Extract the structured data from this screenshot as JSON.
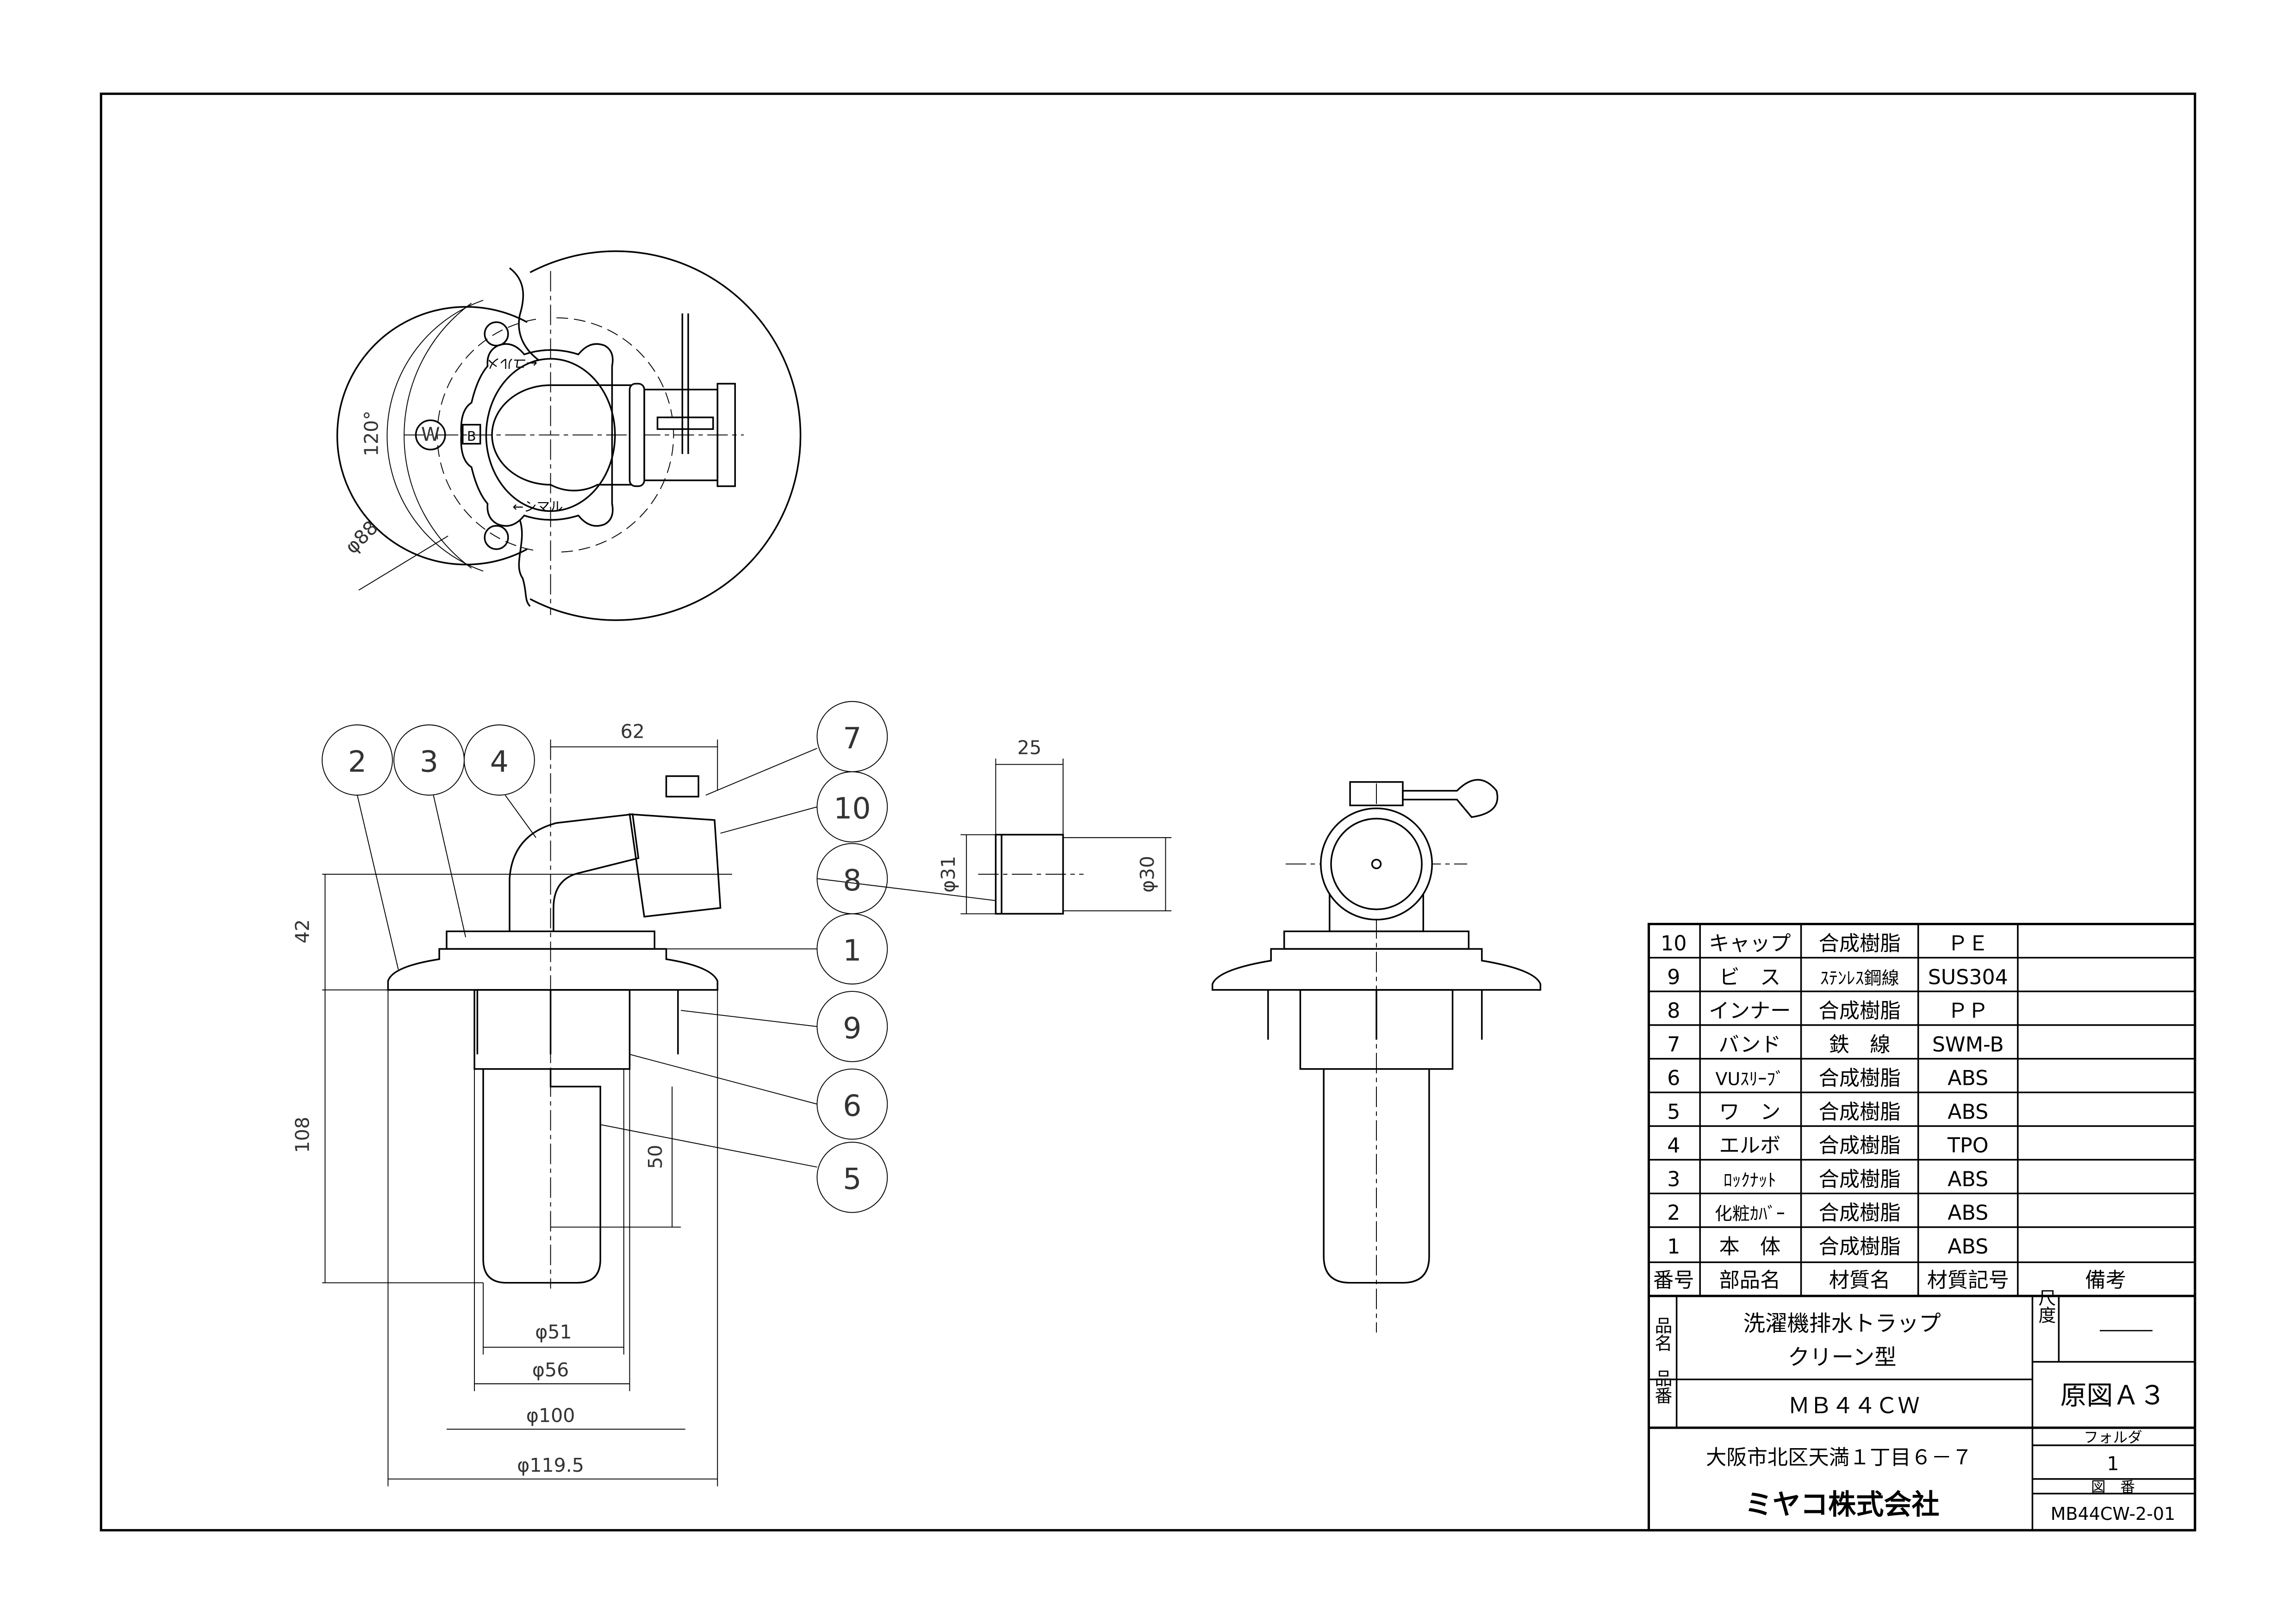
{
  "balloons": [
    "2",
    "3",
    "4",
    "7",
    "10",
    "8",
    "1",
    "9",
    "6",
    "5"
  ],
  "top_view": {
    "tighten_label": "←ユルメ",
    "loosen_label": "←シマル",
    "angle_dim": "120°",
    "diameter_dim": "φ88",
    "mark_w": "W",
    "mark_b": "B"
  },
  "front_view": {
    "dim_62": "62",
    "dim_42": "42",
    "dim_108": "108",
    "dim_50": "50",
    "dim_51": "φ51",
    "dim_56": "φ56",
    "dim_100": "φ100",
    "dim_1195": "φ119.5"
  },
  "cap_view": {
    "dim_25": "25",
    "dim_31": "φ31",
    "dim_30": "φ30"
  },
  "parts_table": {
    "headers": [
      "番号",
      "部品名",
      "材質名",
      "材質記号",
      "備考"
    ],
    "rows": [
      [
        "10",
        "キャップ",
        "合成樹脂",
        "ＰＥ",
        ""
      ],
      [
        "9",
        "ビ　ス",
        "ｽﾃﾝﾚｽ鋼線",
        "SUS304",
        ""
      ],
      [
        "8",
        "インナー",
        "合成樹脂",
        "ＰＰ",
        ""
      ],
      [
        "7",
        "バンド",
        "鉄　線",
        "SWM-B",
        ""
      ],
      [
        "6",
        "VUｽﾘｰﾌﾞ",
        "合成樹脂",
        "ABS",
        ""
      ],
      [
        "5",
        "ワ　ン",
        "合成樹脂",
        "ABS",
        ""
      ],
      [
        "4",
        "エルボ",
        "合成樹脂",
        "TPO",
        ""
      ],
      [
        "3",
        "ﾛｯｸﾅｯﾄ",
        "合成樹脂",
        "ABS",
        ""
      ],
      [
        "2",
        "化粧ｶﾊﾞｰ",
        "合成樹脂",
        "ABS",
        ""
      ],
      [
        "1",
        "本　体",
        "合成樹脂",
        "ABS",
        ""
      ]
    ]
  },
  "title_block": {
    "product_name_label": "品名",
    "product_name_1": "洗濯機排水トラップ",
    "product_name_2": "クリーン型",
    "product_no_label": "品番",
    "product_no": "ＭＢ４４ＣＷ",
    "scale_label": "尺度",
    "scale_value": "―――",
    "original": "原図Ａ３",
    "address": "大阪市北区天満１丁目６－７",
    "company": "ミヤコ株式会社",
    "folder_label": "フォルダ",
    "folder_value": "1",
    "drawing_no_label": "図　番",
    "drawing_no": "MB44CW-2-01"
  }
}
